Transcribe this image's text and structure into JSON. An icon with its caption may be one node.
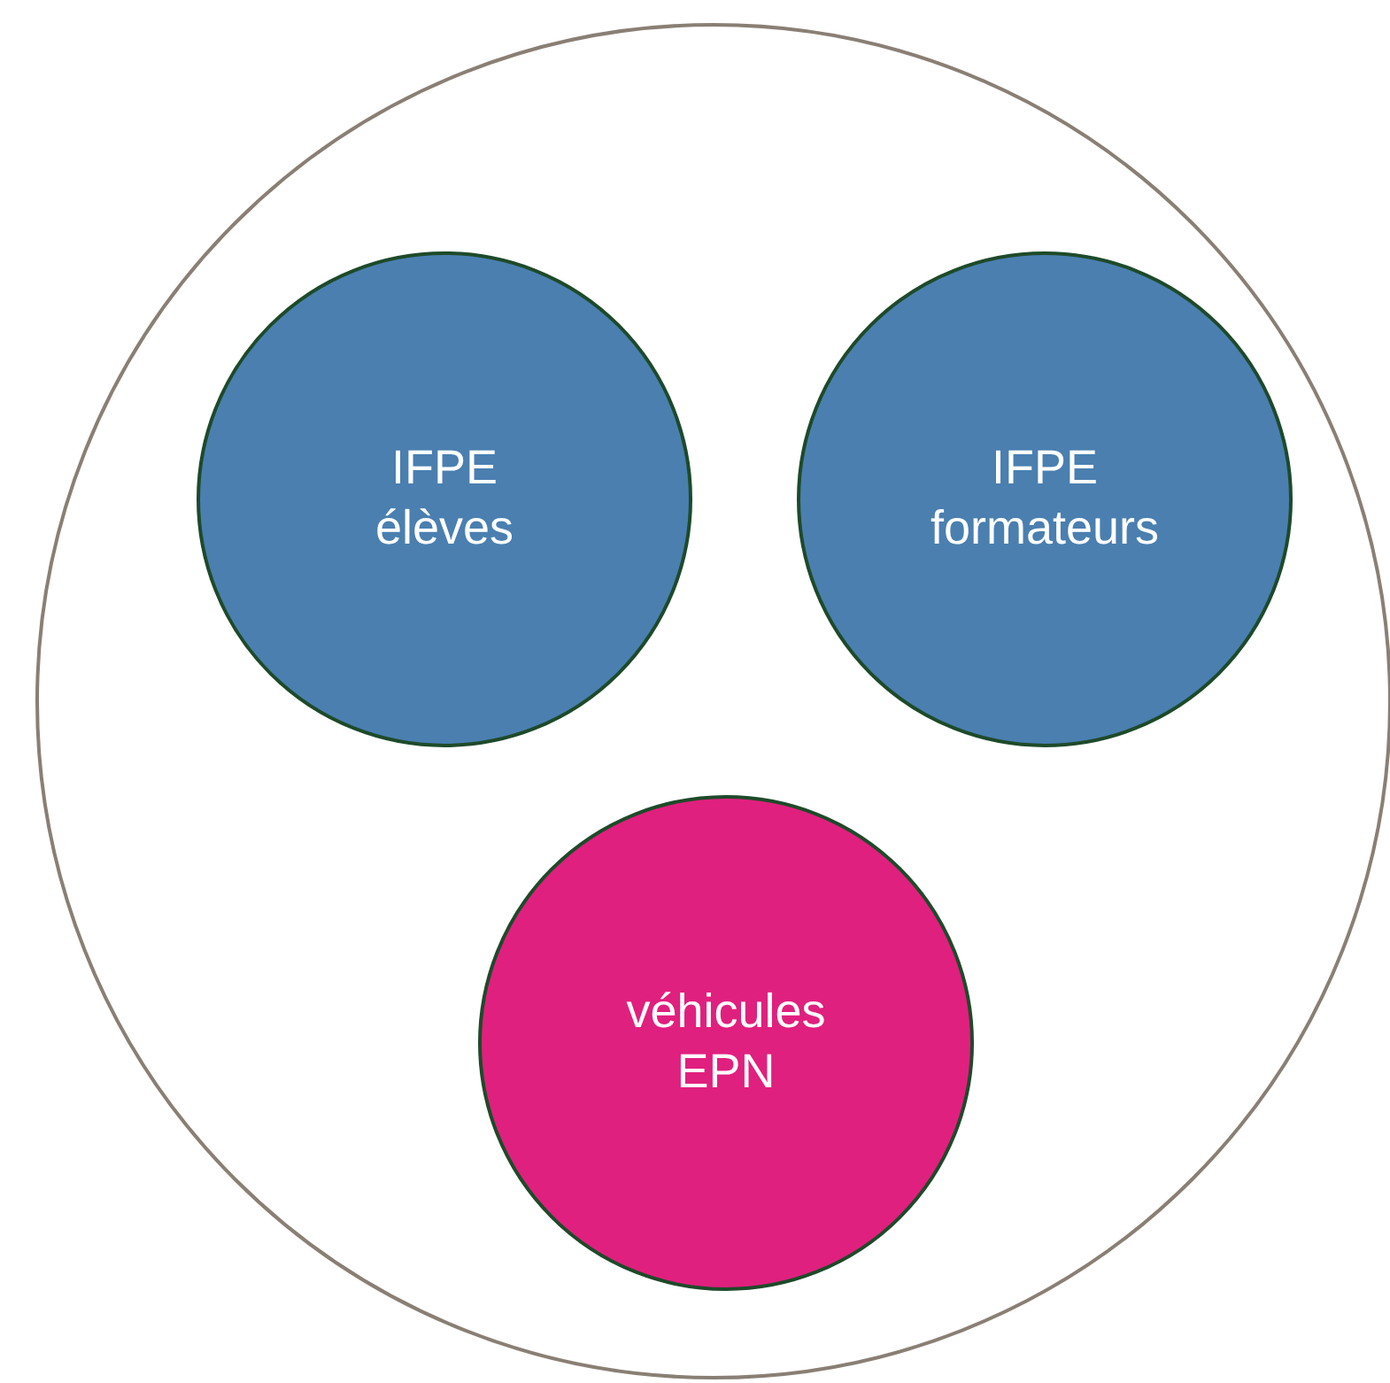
{
  "diagram": {
    "nodes": [
      {
        "text": [],
        "shape": "circle"
      },
      {
        "text": [
          "IFPE élèves"
        ],
        "in": 0
      },
      {
        "text": [
          "IFPE formateurs"
        ],
        "in": 0
      },
      {
        "text": [
          "véhicules EPN"
        ],
        "in": 0
      }
    ]
  }
}
